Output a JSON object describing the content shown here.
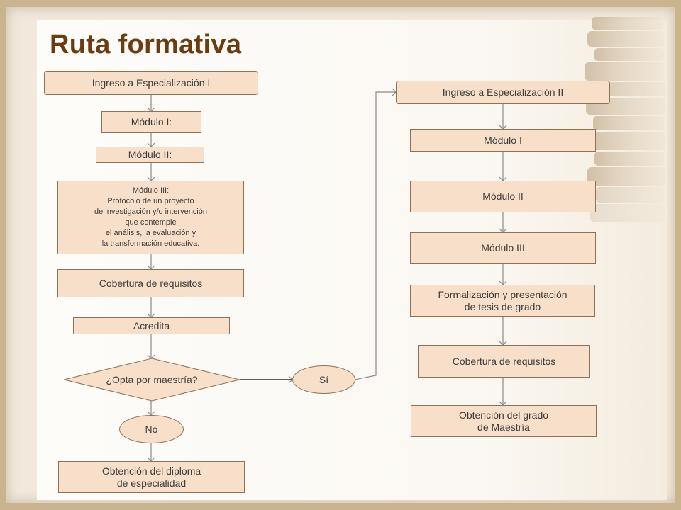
{
  "title": "Ruta formativa",
  "left_branch": {
    "ingreso": "Ingreso a Especialización I",
    "modulo1": "Módulo I:",
    "modulo2": "Módulo II:",
    "modulo3": "Módulo III:\nProtocolo de un proyecto\nde investigación y/o intervención\nque contemple\nel análisis, la evaluación y\nla  transformación educativa.",
    "cobertura": "Cobertura de requisitos",
    "acredita": "Acredita",
    "decision": "¿Opta por maestría?",
    "no": "No",
    "diploma": "Obtención del diploma\nde especialidad"
  },
  "si": "Sí",
  "right_branch": {
    "ingreso": "Ingreso a Especialización II",
    "modulo1": "Módulo I",
    "modulo2": "Módulo II",
    "modulo3": "Módulo III",
    "formalizacion": "Formalización y presentación\nde tesis de grado",
    "cobertura": "Cobertura de requisitos",
    "grado": "Obtención del grado\nde Maestría"
  },
  "colors": {
    "node_fill": "#f7dfca",
    "node_border": "#8e7256",
    "title": "#6b3c12",
    "connector": "#8a8a8a"
  }
}
